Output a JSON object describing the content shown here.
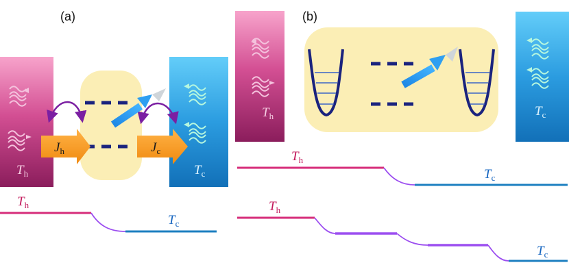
{
  "panels": {
    "a": {
      "label": "(a)",
      "hot_bath": {
        "symbol": "T",
        "subscript": "h"
      },
      "cold_bath": {
        "symbol": "T",
        "subscript": "c"
      },
      "flux_in": {
        "symbol": "J",
        "subscript": "h"
      },
      "flux_out": {
        "symbol": "J",
        "subscript": "c"
      },
      "profile_hot": {
        "symbol": "T",
        "subscript": "h"
      },
      "profile_cold": {
        "symbol": "T",
        "subscript": "c"
      }
    },
    "b": {
      "label": "(b)",
      "hot_bath": {
        "symbol": "T",
        "subscript": "h"
      },
      "cold_bath": {
        "symbol": "T",
        "subscript": "c"
      },
      "profile1_hot": {
        "symbol": "T",
        "subscript": "h"
      },
      "profile1_cold": {
        "symbol": "T",
        "subscript": "c"
      },
      "profile2_hot": {
        "symbol": "T",
        "subscript": "h"
      },
      "profile2_cold": {
        "symbol": "T",
        "subscript": "c"
      }
    }
  },
  "colors": {
    "hot_top": "#f59ac4",
    "hot_bottom": "#8b1d5c",
    "cold_top": "#5ec8f8",
    "cold_bottom": "#1275be",
    "system_fill": "#fbeeb5",
    "flux_arrow": "#f7941d",
    "level_dash": "#1a237e",
    "excitation_arrow": "#2196f3",
    "coupling_arrow": "#7b1fa2",
    "hot_line": "#d62d7a",
    "cold_line": "#1c7fc0",
    "mid_line": "#9c4ef0"
  }
}
